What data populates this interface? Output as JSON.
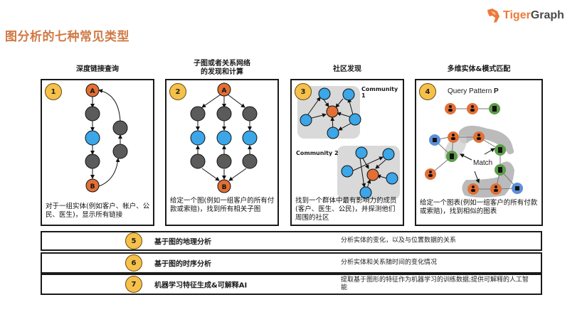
{
  "header": {
    "title": "图分析的七种常见类型",
    "logo": {
      "icon": "tiger-head-icon",
      "text_part1": "Tiger",
      "text_part2": "Graph",
      "color_accent": "#ec7a3a"
    }
  },
  "colors": {
    "title": "#d07a45",
    "badge": "#f6c14a",
    "node_orange": "#e26f35",
    "node_gray": "#5b5b5b",
    "node_blue": "#3ba6e8",
    "node_green": "#5c9c4a",
    "community_bg": "#d9d9d9"
  },
  "cards": [
    {
      "number": "1",
      "title": "深度链接查询",
      "description": "对于一组实体(例如客户、帐户、公民、医生)，显示所有链接",
      "nodes": {
        "start": "A",
        "end": "B"
      }
    },
    {
      "number": "2",
      "title_line1": "子图或者关系网络",
      "title_line2": "的发现和计算",
      "description": "给定一个图(例如一组客户的所有付款或索赔)，找到所有相关子图",
      "nodes": {
        "start": "A",
        "end": "B"
      }
    },
    {
      "number": "3",
      "title": "社区发现",
      "description": "找到一个群体中最有影响力的成员(客户、医生、公民)，并探测他们周围的社区",
      "community1_label": "Community 1",
      "community2_label": "Community 2"
    },
    {
      "number": "4",
      "title": "多维实体&模式匹配",
      "description": "给定一个图表(例如一组客户的所有付款或索赔)，找到相似的图表",
      "query_label": "Query Pattern ",
      "query_label_bold": "P",
      "match_label": "Match"
    }
  ],
  "rows": [
    {
      "number": "5",
      "title": "基于图的地理分析",
      "description": "分析实体的变化，以及与位置数据的关系"
    },
    {
      "number": "6",
      "title": "基于图的时序分析",
      "description": "分析实体和关系随时间的变化情况"
    },
    {
      "number": "7",
      "title": "机器学习特征生成&可解释AI",
      "description": "提取基于图形的特征作为机器学习的训练数据;提供可解释的人工智能"
    }
  ]
}
